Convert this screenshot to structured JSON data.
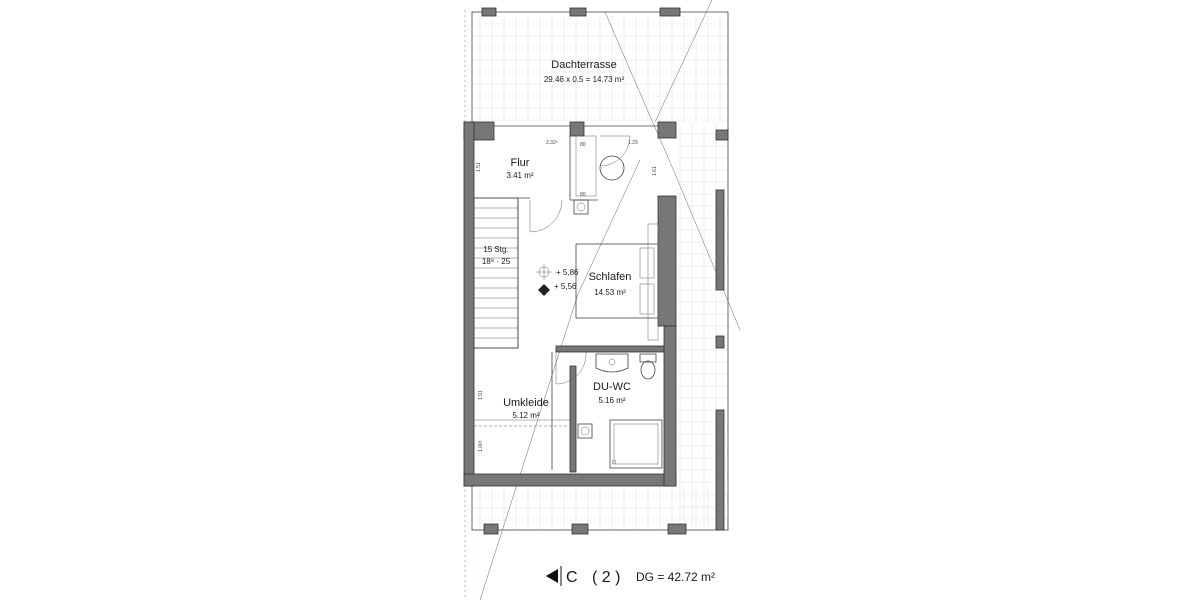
{
  "terrace": {
    "name": "Dachterrasse",
    "formula": "29.46 x 0.5  = 14.73 m²"
  },
  "rooms": {
    "flur": {
      "name": "Flur",
      "area": "3.41 m²"
    },
    "schlafen": {
      "name": "Schlafen",
      "area": "14.53 m²"
    },
    "duwc": {
      "name": "DU-WC",
      "area": "5.16 m²"
    },
    "umkleide": {
      "name": "Umkleide",
      "area": "5.12 m²"
    }
  },
  "stairs": {
    "steps": "15 Stg.",
    "ratio": "18⁸ · 25"
  },
  "levels": {
    "upper": "+ 5,86",
    "lower": "+ 5,56"
  },
  "dimensions": {
    "d1": "2.32⁵",
    "d2": "1.29",
    "d3": "80",
    "d4": "80",
    "d5": "1.51",
    "d6": "1.61",
    "d7": "1.91",
    "d8": "1.00⁵"
  },
  "footer": {
    "section": "C",
    "unit": "( 2 )",
    "summary": "DG = 42.72 m²"
  }
}
